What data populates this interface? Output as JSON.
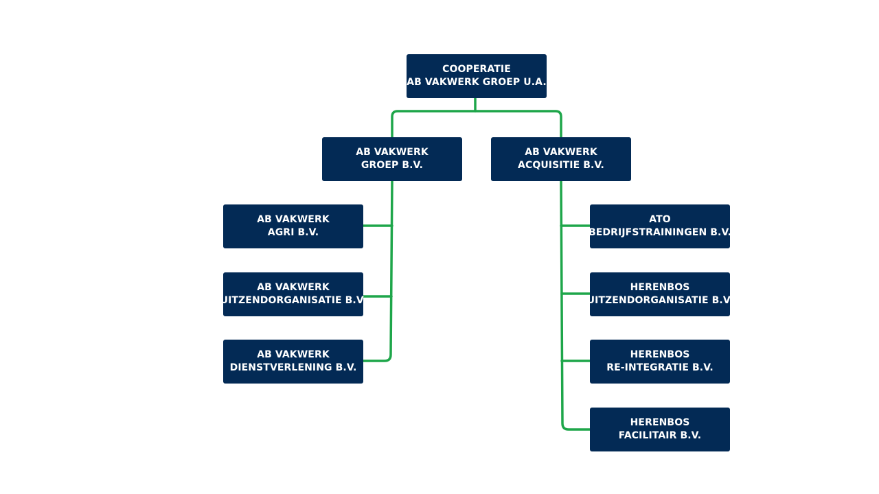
{
  "colors": {
    "box": "#032a55",
    "text": "#ffffff",
    "connector": "#1ea64a"
  },
  "org": {
    "root": {
      "line1": "COOPERATIE",
      "line2": "AB VAKWERK GROEP U.A."
    },
    "groep": {
      "line1": "AB VAKWERK",
      "line2": "GROEP B.V."
    },
    "acquisitie": {
      "line1": "AB VAKWERK",
      "line2": "ACQUISITIE B.V."
    },
    "groep_children": [
      {
        "line1": "AB VAKWERK",
        "line2": "AGRI B.V."
      },
      {
        "line1": "AB VAKWERK",
        "line2": "UITZENDORGANISATIE B.V."
      },
      {
        "line1": "AB VAKWERK",
        "line2": "DIENSTVERLENING B.V."
      }
    ],
    "acquisitie_children": [
      {
        "line1": "ATO",
        "line2": "BEDRIJFSTRAININGEN B.V."
      },
      {
        "line1": "HERENBOS",
        "line2": "UITZENDORGANISATIE B.V."
      },
      {
        "line1": "HERENBOS",
        "line2": "RE-INTEGRATIE B.V."
      },
      {
        "line1": "HERENBOS",
        "line2": "FACILITAIR B.V."
      }
    ]
  }
}
